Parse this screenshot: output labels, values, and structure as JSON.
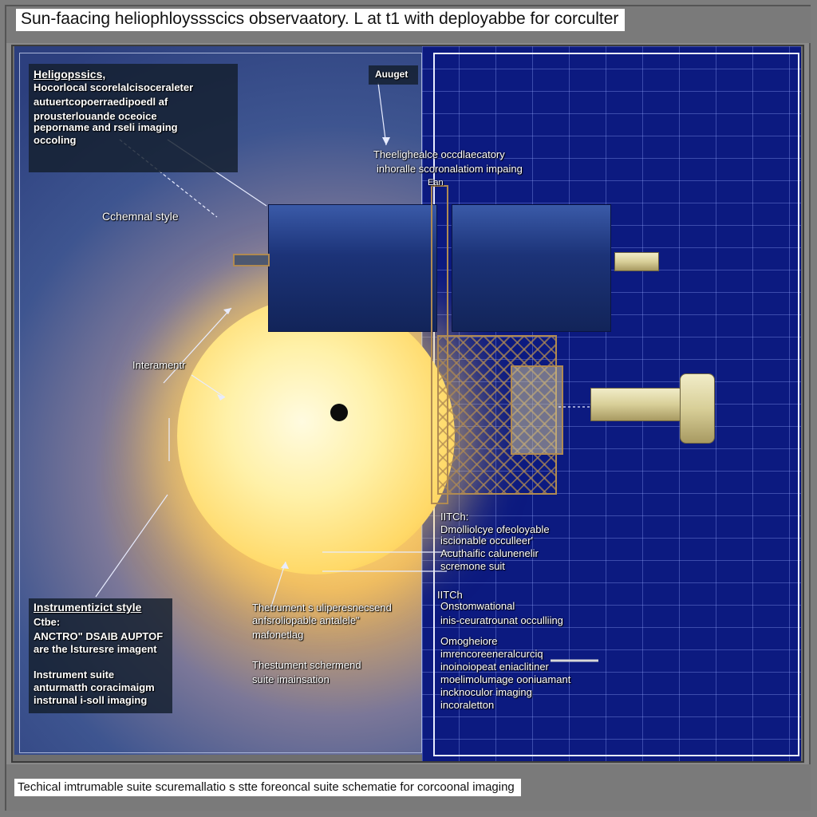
{
  "title": "Sun-faacing heliophloyssscics observaatory. L at t1 with deployabbe for corculter",
  "footer": "Techical imtrumable suite scuremallatio s stte foreoncal suite schematie for corcoonal imaging",
  "callouts": {
    "top_left_box": {
      "heading": "Heligopssics,",
      "lines": [
        "Hocorlocal scorelalcisoceraleter",
        "autuertcopoerraedipoedl af",
        "prousterlouande oceoice",
        "peporname and rseli imaging",
        "occoling"
      ]
    },
    "schematic_style": "Cchemnal style",
    "augret": "Auuget",
    "top_center": [
      "Theelighealce occdlaecatory",
      "inhoralle scoronalatiom impaing",
      "Ean"
    ],
    "internal_label": "Interamentr",
    "bottom_left_box": {
      "heading": "Instrumentizict style",
      "lines": [
        "Ctbe:",
        "ANCTRO\" DSAIB AUPTOF",
        "are the lsturesre imagent",
        "",
        "Instrument  suite",
        "anturmatth coracimaigm",
        "instrunal i-soll imaging"
      ]
    },
    "bottom_center_1": [
      "Thetrument s uliperesnecsend",
      "anfsroliopable antalele\"",
      "mafonetlag"
    ],
    "bottom_center_2": [
      "Thestument schermend",
      " suite imainsation"
    ],
    "right_1": [
      "IITCh:",
      "Dmolliolcye ofeoloyable",
      " iscionable occulleer'",
      "Acuthaific calunenelir",
      "scremone suit"
    ],
    "right_2": [
      "IITCh",
      "Onstomwational",
      "inis-ceuratrounat occulliing"
    ],
    "right_3": [
      "Omogheiore",
      "imrencoreeneralcurciq",
      "inoinoiopeat eniaclitiner",
      "moelimolumage ooniuamant",
      "incknoculor imaging",
      "incoraletton"
    ]
  },
  "colors": {
    "grid_bg": "#0c1a80",
    "sun_core": "#fff1a8",
    "panel_blue": "#1c3378",
    "truss_gold": "#b08a52"
  }
}
